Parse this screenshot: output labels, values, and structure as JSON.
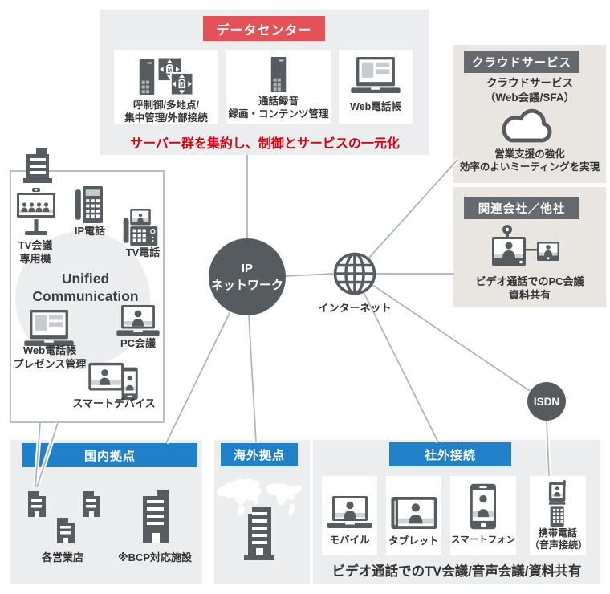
{
  "colors": {
    "red_label": "#e45156",
    "red_text": "#d7000f",
    "blue_label": "#2080c8",
    "dark_icon": "#575c60",
    "dark_tag": "#66696e",
    "panel_gray": "#ecedef",
    "panel_beige": "#e9e6e2",
    "line_gray": "#a9b2b9"
  },
  "datacenter": {
    "label": "データセンター",
    "cards": [
      {
        "label": "呼制御/多地点/\n集中管理/外部接続"
      },
      {
        "label": "通話録音\n録画・コンテンツ管理"
      },
      {
        "label": "Web電話帳"
      }
    ],
    "caption": "サーバー群を集約し、制御とサービスの一元化",
    "m_glyph": "M"
  },
  "cloud": {
    "label": "クラウドサービス",
    "title": "クラウドサービス\n（Web会議/SFA）",
    "description": "営業支援の強化\n効率のよいミーティングを実現"
  },
  "partner": {
    "label": "関連会社／他社",
    "description": "ビデオ通話でのPC会議\n資料共有"
  },
  "uc": {
    "title": "Unified\nCommunication",
    "devices": [
      {
        "label": "TV会議\n専用機"
      },
      {
        "label": "IP電話"
      },
      {
        "label": "TV電話"
      },
      {
        "label": "Web電話帳\nプレゼンス管理"
      },
      {
        "label": "PC会議"
      },
      {
        "label": "スマートデバイス"
      }
    ]
  },
  "network": {
    "ip_label": "IP\nネットワーク",
    "internet_label": "インターネット",
    "isdn_label": "ISDN"
  },
  "domestic": {
    "label": "国内拠点",
    "branches_label": "各営業店",
    "bcp_label": "※BCP対応施設"
  },
  "overseas": {
    "label": "海外拠点"
  },
  "external": {
    "label": "社外接続",
    "cards": [
      {
        "label": "モバイル"
      },
      {
        "label": "タブレット"
      },
      {
        "label": "スマートフォン"
      },
      {
        "label": "携帯電話\n（音声接続）"
      }
    ],
    "caption": "ビデオ通話でのTV会議/音声会議/資料共有"
  }
}
